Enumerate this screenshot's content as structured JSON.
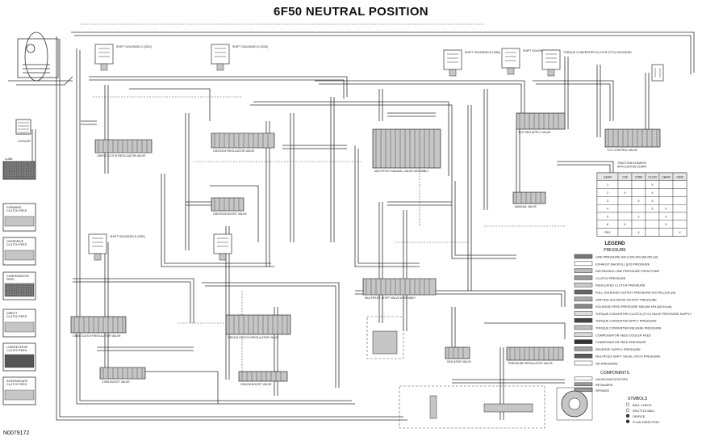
{
  "title": "6F50 NEUTRAL POSITION",
  "doc_id": "N0079172",
  "cooler_label": "COOLER",
  "lube_label": "LUBE",
  "clutch_boxes": [
    {
      "label": "FORWARD\nCLUTCH FEED",
      "fill": "#ffffff"
    },
    {
      "label": "OVERDRIVE\nCLUTCH FEED",
      "fill": "#ffffff"
    },
    {
      "label": "COMPENSATOR\nFEED",
      "fill": "#3a3a3a"
    },
    {
      "label": "DIRECT\nCLUTCH FEED",
      "fill": "#ffffff"
    },
    {
      "label": "LOW/REVERSE\nCLUTCH FEED",
      "fill": "#555555"
    },
    {
      "label": "INTERMEDIATE\nCLUTCH FEED",
      "fill": "#ffffff"
    }
  ],
  "valves": [
    "CBVS CLUTCH REGULATOR VALVE",
    "CBVS/CM REGULATOR VALVE",
    "CBVS/CM BOOST VALVE",
    "MULTIPLEX MANUAL VALVE ASSEMBLY",
    "TCC REG APPLY VALVE",
    "TCC CONTROL VALVE",
    "MANUAL VALVE",
    "CB26 CLUTCH REGULATOR VALVE",
    "CB1234 CLUTCH REGULATOR VALVE",
    "CB1234 BOOST VALVE",
    "C35R BOOST VALVE",
    "MULTIPLEX SHIFT VALVE ASSEMBLY",
    "ISOLATOR VALVE",
    "PRESSURE REGULATOR VALVE"
  ],
  "solenoids": [
    "SHIFT SOLENOID C (SSC)",
    "SHIFT SOLENOID D (SSD)",
    "SHIFT SOLENOID B (SSB)",
    "SHIFT SOLENOID A (SSA)",
    "TORQUE CONVERTER CLUTCH (TCC) SOLENOID",
    "SHIFT SOLENOID E (SSE)"
  ],
  "traction_table": {
    "title": "TRACTION ELEMENT\nAPPLICATION CHART",
    "headers": [
      "GEAR",
      "C26",
      "C35R",
      "C1234",
      "CB4/R",
      "CB26"
    ],
    "rows": [
      [
        "1",
        "",
        "",
        "X",
        "",
        ""
      ],
      [
        "2",
        "X",
        "",
        "X",
        "",
        ""
      ],
      [
        "3",
        "",
        "X",
        "X",
        "",
        ""
      ],
      [
        "4",
        "",
        "",
        "X",
        "X",
        ""
      ],
      [
        "5",
        "",
        "X",
        "",
        "X",
        ""
      ],
      [
        "6",
        "X",
        "",
        "",
        "X",
        ""
      ],
      [
        "REV",
        "",
        "X",
        "",
        "",
        "X"
      ]
    ]
  },
  "legend": {
    "title": "LEGEND",
    "subtitle": "PRESSURE",
    "items": [
      {
        "label": "LINE PRESSURE 400-2,000 kPa (58-290 psi)",
        "fill": "#777777"
      },
      {
        "label": "EXHAUST BACKFILL (EX) PRESSURE",
        "fill": "#ffffff"
      },
      {
        "label": "DECREASED LINE PRESSURE FROM PUMP",
        "fill": "#bbbbbb"
      },
      {
        "label": "CLUTCH PRESSURE",
        "fill": "#999999"
      },
      {
        "label": "REGULATED CLUTCH PRESSURE",
        "fill": "#cccccc"
      },
      {
        "label": "FULL SOLENOID OUTPUT PRESSURE 900 kPa (130 psi)",
        "fill": "#666666"
      },
      {
        "label": "VARYING SOLENOID OUTPUT PRESSURE",
        "fill": "#aaaaaa"
      },
      {
        "label": "SOLENOID FEED PRESSURE 550-650 kPa (80-94 psi)",
        "fill": "#888888"
      },
      {
        "label": "TORQUE CONVERTER CLUTCH (TCC) VALVE PRESSURE SUPPLY",
        "fill": "#dddddd"
      },
      {
        "label": "TORQUE CONVERTER APPLY PRESSURE",
        "fill": "#444444"
      },
      {
        "label": "TORQUE CONVERTER RELEASE PRESSURE",
        "fill": "#bfbfbf"
      },
      {
        "label": "COMPENSATOR FEED COOLER FEED",
        "fill": "#d9d9d9"
      },
      {
        "label": "COMPENSATOR FEED PRESSURE",
        "fill": "#333333"
      },
      {
        "label": "REVERSE SUPPLY PRESSURE",
        "fill": "#a0a0a0"
      },
      {
        "label": "MULTIPLEX SHIFT VALVE LATCH PRESSURE",
        "fill": "#5a5a5a"
      },
      {
        "label": "NO PRESSURE",
        "fill": "#ffffff"
      }
    ]
  },
  "components": {
    "title": "COMPONENTS",
    "items": [
      "VALVE/CHECK/STOPS",
      "RETAINERS",
      "SPRINGS"
    ]
  },
  "symbols": {
    "title": "SYMBOLS",
    "items": [
      "BALL CHECK",
      "SHUTTLE BALL",
      "ORIFICE",
      "FLUID DIRECTION"
    ]
  }
}
